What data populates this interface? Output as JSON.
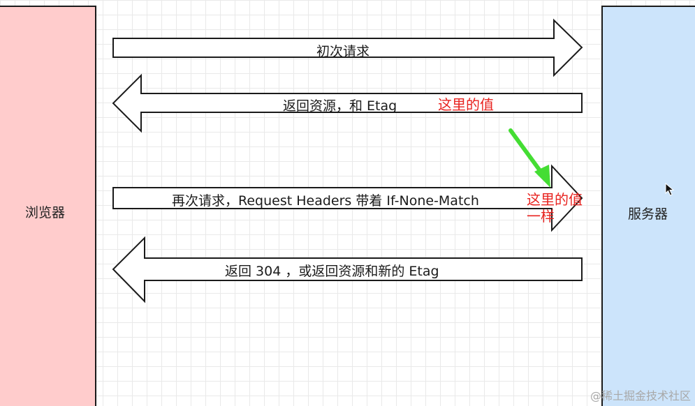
{
  "browser": {
    "label": "浏览器",
    "color": "#ffcccc"
  },
  "server": {
    "label": "服务器",
    "color": "#cce4fb"
  },
  "arrows": [
    {
      "direction": "right",
      "label": "初次请求"
    },
    {
      "direction": "left",
      "label": "返回资源，和 Etag"
    },
    {
      "direction": "right",
      "label": "再次请求，Request Headers 带着 If-None-Match"
    },
    {
      "direction": "left",
      "label": "返回 304 ，或返回资源和新的 Etag"
    }
  ],
  "annotations": {
    "etag_note": "这里的值",
    "match_note_line1": "这里的值",
    "match_note_line2": "一样",
    "color": "#e8231f",
    "pointer_color": "#44dd33"
  },
  "watermark": "@稀土掘金技术社区"
}
